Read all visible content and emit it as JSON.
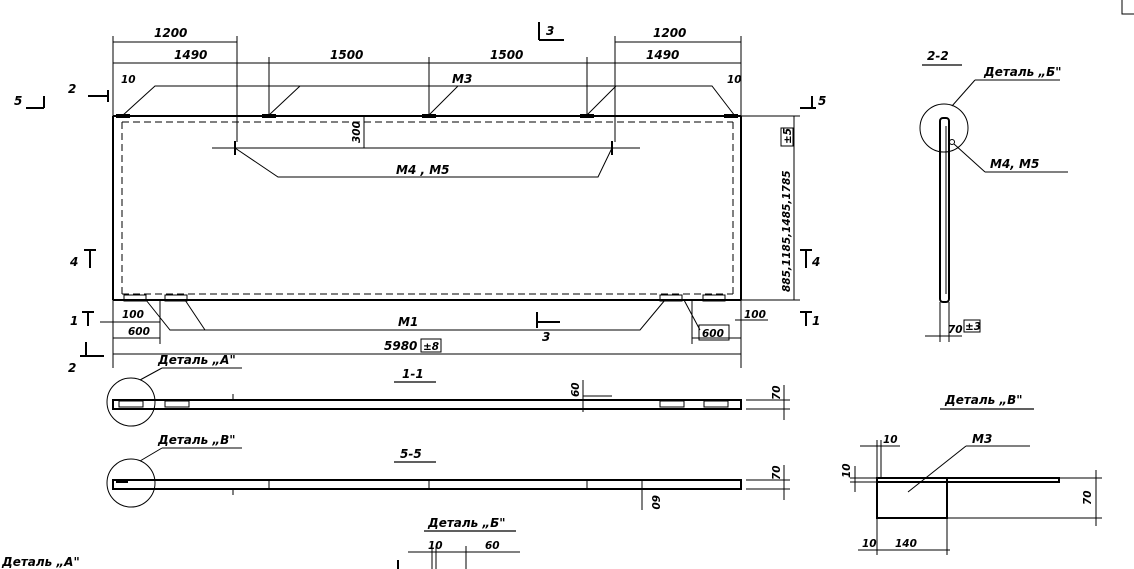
{
  "main_view": {
    "dims_top_outer": [
      "1200",
      "1200"
    ],
    "dims_top": [
      "1490",
      "1500",
      "1500",
      "1490"
    ],
    "edge_offsets": [
      "10",
      "10"
    ],
    "loop_label": "M3",
    "inner_label": "M4 , M5",
    "dim_300": "300",
    "height_dims": "885,1185,1485,1785",
    "height_tol": "±5",
    "bottom_label": "M1",
    "dim_100_left": "100",
    "dim_600_left": "600",
    "dim_600_right": "600",
    "dim_100_right": "100",
    "total_length": "5980",
    "total_tol": "±8"
  },
  "section_marks": {
    "s1": "1",
    "s2": "2",
    "s3": "3",
    "s4": "4",
    "s5": "5"
  },
  "section_1_1": {
    "title": "1-1",
    "detail_callout": "Деталь „А\"",
    "dim_60": "60",
    "dim_70": "70"
  },
  "section_5_5": {
    "title": "5-5",
    "detail_callout": "Деталь „В\"",
    "dim_60": "60",
    "dim_70": "70"
  },
  "section_2_2": {
    "title": "2-2",
    "detail_callout": "Деталь „Б\"",
    "label": "M4, M5",
    "dim_70": "70",
    "tol": "±3"
  },
  "detail_v": {
    "title": "Деталь „В\"",
    "label": "M3",
    "dims": [
      "10",
      "10",
      "10",
      "140",
      "70"
    ]
  },
  "detail_b": {
    "title": "Деталь „Б\"",
    "dims": [
      "10",
      "60"
    ]
  },
  "detail_a": {
    "title": "Деталь „А\""
  },
  "corner_mark": ""
}
